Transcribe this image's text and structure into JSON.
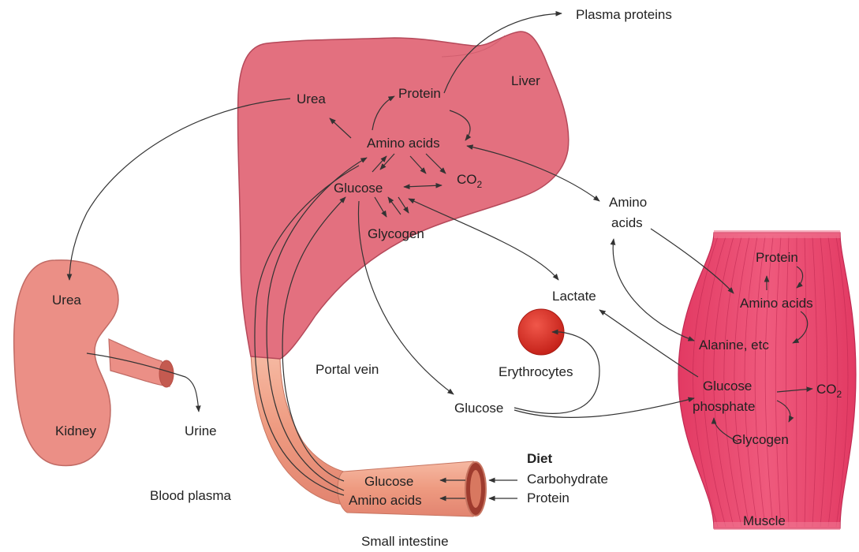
{
  "labels": {
    "plasma_proteins": "Plasma proteins",
    "liver": "Liver",
    "liver_urea": "Urea",
    "liver_protein": "Protein",
    "liver_amino_acids": "Amino acids",
    "liver_glucose": "Glucose",
    "liver_co2": "CO",
    "liver_co2_sub": "2",
    "liver_glycogen": "Glycogen",
    "blood_amino_acids_1": "Amino",
    "blood_amino_acids_2": "acids",
    "lactate": "Lactate",
    "erythrocytes": "Erythrocytes",
    "portal_vein": "Portal vein",
    "blood_glucose": "Glucose",
    "kidney_urea": "Urea",
    "kidney": "Kidney",
    "urine": "Urine",
    "blood_plasma": "Blood plasma",
    "intestine_glucose": "Glucose",
    "intestine_amino_acids": "Amino acids",
    "small_intestine": "Small intestine",
    "diet": "Diet",
    "carbohydrate": "Carbohydrate",
    "diet_protein": "Protein",
    "muscle_protein": "Protein",
    "muscle_amino_acids": "Amino acids",
    "alanine": "Alanine, etc",
    "glucose_phosphate_1": "Glucose",
    "glucose_phosphate_2": "phosphate",
    "muscle_co2": "CO",
    "muscle_co2_sub": "2",
    "muscle_glycogen": "Glycogen",
    "muscle": "Muscle"
  },
  "colors": {
    "liver_fill": "#e3707f",
    "liver_stroke": "#b5495a",
    "kidney_fill": "#eb8f86",
    "kidney_stroke": "#c06a64",
    "muscle_fill": "#e8406a",
    "intestine_fill": "#f2a891",
    "erythrocyte_fill": "#d82a1e",
    "arrow": "#333333"
  }
}
